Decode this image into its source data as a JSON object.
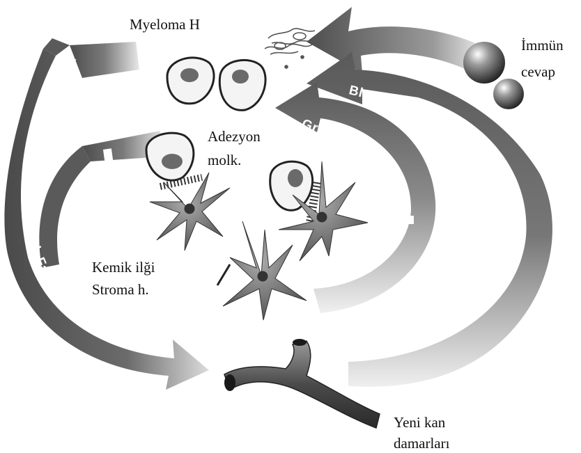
{
  "labels": {
    "myeloma": "Myeloma H",
    "immun_line1": "İmmün",
    "immun_line2": "cevap",
    "adezyon_line1": "Adezyon",
    "adezyon_line2": "molk.",
    "kemik_line1": "Kemik ilği",
    "kemik_line2": "Stroma h.",
    "yeni_line1": "Yeni kan",
    "yeni_line2": "damarları"
  },
  "arrow_labels": {
    "growth_left": "Growth Factors",
    "growth_center": "Growth Factors",
    "blood_supply": "Blood Supply to Tumor"
  },
  "colors": {
    "arrow_dark": "#5a5a5a",
    "arrow_light": "#d8d8d8",
    "cell_fill": "#f4f4f4",
    "nucleus": "#6a6a6a",
    "stroma": "#7a7a7a"
  }
}
